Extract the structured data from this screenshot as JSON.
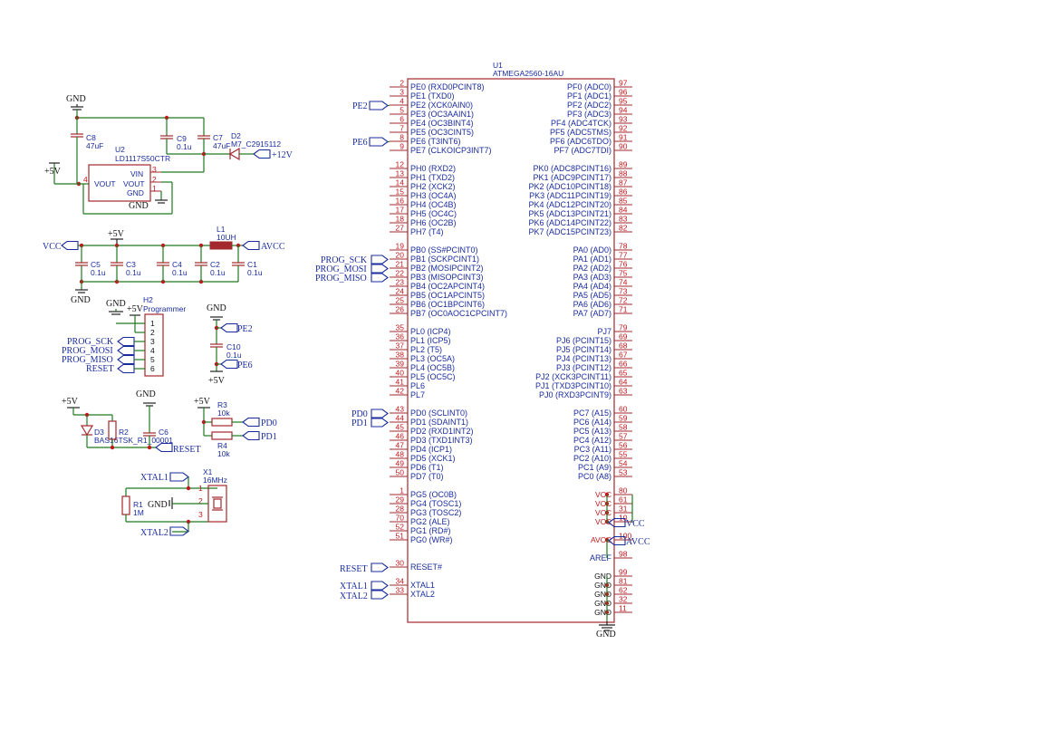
{
  "u1": {
    "ref": "U1",
    "value": "ATMEGA2560-16AU",
    "left_pins": [
      {
        "num": "2",
        "name": "PE0 (RXD0PCINT8)"
      },
      {
        "num": "3",
        "name": "PE1 (TXD0)"
      },
      {
        "num": "4",
        "name": "PE2 (XCK0AIN0)"
      },
      {
        "num": "5",
        "name": "PE3 (OC3AAIN1)"
      },
      {
        "num": "6",
        "name": "PE4 (OC3BINT4)"
      },
      {
        "num": "7",
        "name": "PE5 (OC3CINT5)"
      },
      {
        "num": "8",
        "name": "PE6 (T3INT6)"
      },
      {
        "num": "9",
        "name": "PE7 (CLKOICP3INT7)"
      },
      {
        "num": "12",
        "name": "PH0 (RXD2)"
      },
      {
        "num": "13",
        "name": "PH1 (TXD2)"
      },
      {
        "num": "14",
        "name": "PH2 (XCK2)"
      },
      {
        "num": "15",
        "name": "PH3 (OC4A)"
      },
      {
        "num": "16",
        "name": "PH4 (OC4B)"
      },
      {
        "num": "17",
        "name": "PH5 (OC4C)"
      },
      {
        "num": "18",
        "name": "PH6 (OC2B)"
      },
      {
        "num": "27",
        "name": "PH7 (T4)"
      },
      {
        "num": "19",
        "name": "PB0 (SS#PCINT0)"
      },
      {
        "num": "20",
        "name": "PB1 (SCKPCINT1)"
      },
      {
        "num": "21",
        "name": "PB2 (MOSIPCINT2)"
      },
      {
        "num": "22",
        "name": "PB3 (MISOPCINT3)"
      },
      {
        "num": "23",
        "name": "PB4 (OC2APCINT4)"
      },
      {
        "num": "24",
        "name": "PB5 (OC1APCINT5)"
      },
      {
        "num": "25",
        "name": "PB6 (OC1BPCINT6)"
      },
      {
        "num": "26",
        "name": "PB7 (OC0AOC1CPCINT7)"
      },
      {
        "num": "35",
        "name": "PL0 (ICP4)"
      },
      {
        "num": "36",
        "name": "PL1 (ICP5)"
      },
      {
        "num": "37",
        "name": "PL2 (T5)"
      },
      {
        "num": "38",
        "name": "PL3 (OC5A)"
      },
      {
        "num": "39",
        "name": "PL4 (OC5B)"
      },
      {
        "num": "40",
        "name": "PL5 (OC5C)"
      },
      {
        "num": "41",
        "name": "PL6"
      },
      {
        "num": "42",
        "name": "PL7"
      },
      {
        "num": "43",
        "name": "PD0 (SCLINT0)"
      },
      {
        "num": "44",
        "name": "PD1 (SDAINT1)"
      },
      {
        "num": "45",
        "name": "PD2 (RXD1INT2)"
      },
      {
        "num": "46",
        "name": "PD3 (TXD1INT3)"
      },
      {
        "num": "47",
        "name": "PD4 (ICP1)"
      },
      {
        "num": "48",
        "name": "PD5 (XCK1)"
      },
      {
        "num": "49",
        "name": "PD6 (T1)"
      },
      {
        "num": "50",
        "name": "PD7 (T0)"
      },
      {
        "num": "1",
        "name": "PG5 (OC0B)"
      },
      {
        "num": "29",
        "name": "PG4 (TOSC1)"
      },
      {
        "num": "28",
        "name": "PG3 (TOSC2)"
      },
      {
        "num": "70",
        "name": "PG2 (ALE)"
      },
      {
        "num": "52",
        "name": "PG1 (RD#)"
      },
      {
        "num": "51",
        "name": "PG0 (WR#)"
      },
      {
        "num": "30",
        "name": "RESET#"
      },
      {
        "num": "34",
        "name": "XTAL1"
      },
      {
        "num": "33",
        "name": "XTAL2"
      }
    ],
    "right_pins": [
      {
        "num": "97",
        "name": "PF0 (ADC0)"
      },
      {
        "num": "96",
        "name": "PF1 (ADC1)"
      },
      {
        "num": "95",
        "name": "PF2 (ADC2)"
      },
      {
        "num": "94",
        "name": "PF3 (ADC3)"
      },
      {
        "num": "93",
        "name": "PF4 (ADC4TCK)"
      },
      {
        "num": "92",
        "name": "PF5 (ADC5TMS)"
      },
      {
        "num": "91",
        "name": "PF6 (ADC6TDO)"
      },
      {
        "num": "90",
        "name": "PF7 (ADC7TDI)"
      },
      {
        "num": "89",
        "name": "PK0 (ADC8PCINT16)"
      },
      {
        "num": "88",
        "name": "PK1 (ADC9PCINT17)"
      },
      {
        "num": "87",
        "name": "PK2 (ADC10PCINT18)"
      },
      {
        "num": "86",
        "name": "PK3 (ADC11PCINT19)"
      },
      {
        "num": "85",
        "name": "PK4 (ADC12PCINT20)"
      },
      {
        "num": "84",
        "name": "PK5 (ADC13PCINT21)"
      },
      {
        "num": "83",
        "name": "PK6 (ADC14PCINT22)"
      },
      {
        "num": "82",
        "name": "PK7 (ADC15PCINT23)"
      },
      {
        "num": "78",
        "name": "PA0 (AD0)"
      },
      {
        "num": "77",
        "name": "PA1 (AD1)"
      },
      {
        "num": "76",
        "name": "PA2 (AD2)"
      },
      {
        "num": "75",
        "name": "PA3 (AD3)"
      },
      {
        "num": "74",
        "name": "PA4 (AD4)"
      },
      {
        "num": "73",
        "name": "PA5 (AD5)"
      },
      {
        "num": "72",
        "name": "PA6 (AD6)"
      },
      {
        "num": "71",
        "name": "PA7 (AD7)"
      },
      {
        "num": "79",
        "name": "PJ7"
      },
      {
        "num": "69",
        "name": "PJ6 (PCINT15)"
      },
      {
        "num": "68",
        "name": "PJ5 (PCINT14)"
      },
      {
        "num": "67",
        "name": "PJ4 (PCINT13)"
      },
      {
        "num": "66",
        "name": "PJ3 (PCINT12)"
      },
      {
        "num": "65",
        "name": "PJ2 (XCK3PCINT11)"
      },
      {
        "num": "64",
        "name": "PJ1 (TXD3PCINT10)"
      },
      {
        "num": "63",
        "name": "PJ0 (RXD3PCINT9)"
      },
      {
        "num": "60",
        "name": "PC7 (A15)"
      },
      {
        "num": "59",
        "name": "PC6 (A14)"
      },
      {
        "num": "58",
        "name": "PC5 (A13)"
      },
      {
        "num": "57",
        "name": "PC4 (A12)"
      },
      {
        "num": "56",
        "name": "PC3 (A11)"
      },
      {
        "num": "55",
        "name": "PC2 (A10)"
      },
      {
        "num": "54",
        "name": "PC1 (A9)"
      },
      {
        "num": "53",
        "name": "PC0 (A8)"
      },
      {
        "num": "80",
        "name": "VCC"
      },
      {
        "num": "61",
        "name": "VCC"
      },
      {
        "num": "31",
        "name": "VCC"
      },
      {
        "num": "10",
        "name": "VCC"
      },
      {
        "num": "100",
        "name": "AVCC"
      },
      {
        "num": "98",
        "name": "AREF"
      },
      {
        "num": "99",
        "name": "GND"
      },
      {
        "num": "81",
        "name": "GND"
      },
      {
        "num": "62",
        "name": "GND"
      },
      {
        "num": "32",
        "name": "GND"
      },
      {
        "num": "11",
        "name": "GND"
      }
    ]
  },
  "u1_labels": {
    "pe2": "PE2",
    "pe6": "PE6",
    "prog_sck": "PROG_SCK",
    "prog_mosi": "PROG_MOSI",
    "prog_miso": "PROG_MISO",
    "pd0": "PD0",
    "pd1": "PD1",
    "reset": "RESET",
    "xtal1": "XTAL1",
    "xtal2": "XTAL2",
    "vcc": "VCC",
    "avcc": "AVCC",
    "gnd": "GND"
  },
  "regulator": {
    "gnd_top": "GND",
    "c8_ref": "C8",
    "c8_val": "47uF",
    "c9_ref": "C9",
    "c9_val": "0.1u",
    "c7_ref": "C7",
    "c7_val": "47uF",
    "d2_ref": "D2",
    "d2_val": "M7_C2915112",
    "u2_ref": "U2",
    "u2_val": "LD1117S50CTR",
    "pin_vin": "VIN",
    "pin_vout": "VOUT",
    "pin_vout2": "VOUT",
    "pin_gnd": "GND",
    "pin_num_3": "3",
    "pin_num_2": "2",
    "pin_num_1": "1",
    "pin_num_4": "4",
    "gnd_bottom": "GND",
    "plus5v": "+5V",
    "plus12v": "+12V"
  },
  "decoupling": {
    "vcc_label": "VCC",
    "plus5v": "+5V",
    "l1_ref": "L1",
    "l1_val": "10UH",
    "avcc_label": "AVCC",
    "caps": [
      {
        "ref": "C5",
        "val": "0.1u"
      },
      {
        "ref": "C3",
        "val": "0.1u"
      },
      {
        "ref": "C4",
        "val": "0.1u"
      },
      {
        "ref": "C2",
        "val": "0.1u"
      },
      {
        "ref": "C1",
        "val": "0.1u"
      }
    ],
    "gnd": "GND"
  },
  "programmer": {
    "gnd": "GND",
    "plus5v": "+5V",
    "h2_ref": "H2",
    "h2_val": "Programmer",
    "pin_numbers": [
      "1",
      "2",
      "3",
      "4",
      "5",
      "6"
    ],
    "nets": [
      "PROG_SCK",
      "PROG_MOSI",
      "PROG_MISO",
      "RESET"
    ]
  },
  "c10_block": {
    "gnd": "GND",
    "pe2": "PE2",
    "c10_ref": "C10",
    "c10_val": "0.1u",
    "pe6": "PE6",
    "plus5v": "+5V"
  },
  "reset_block": {
    "plus5v": "+5V",
    "gnd": "GND",
    "d3_ref": "D3",
    "d3_val": "BAS16TSK_R1_00001",
    "r2_ref": "R2",
    "c6_ref": "C6",
    "reset_label": "RESET"
  },
  "pullups": {
    "plus5v": "+5V",
    "r3_ref": "R3",
    "r3_val": "10k",
    "r4_ref": "R4",
    "r4_val": "10k",
    "pd0": "PD0",
    "pd1": "PD1"
  },
  "crystal": {
    "xtal1": "XTAL1",
    "xtal2": "XTAL2",
    "x1_ref": "X1",
    "x1_val": "16MHz",
    "r1_ref": "R1",
    "r1_val": "1M",
    "gnd": "GND",
    "pin_1": "1",
    "pin_2": "2",
    "pin_3": "3"
  }
}
